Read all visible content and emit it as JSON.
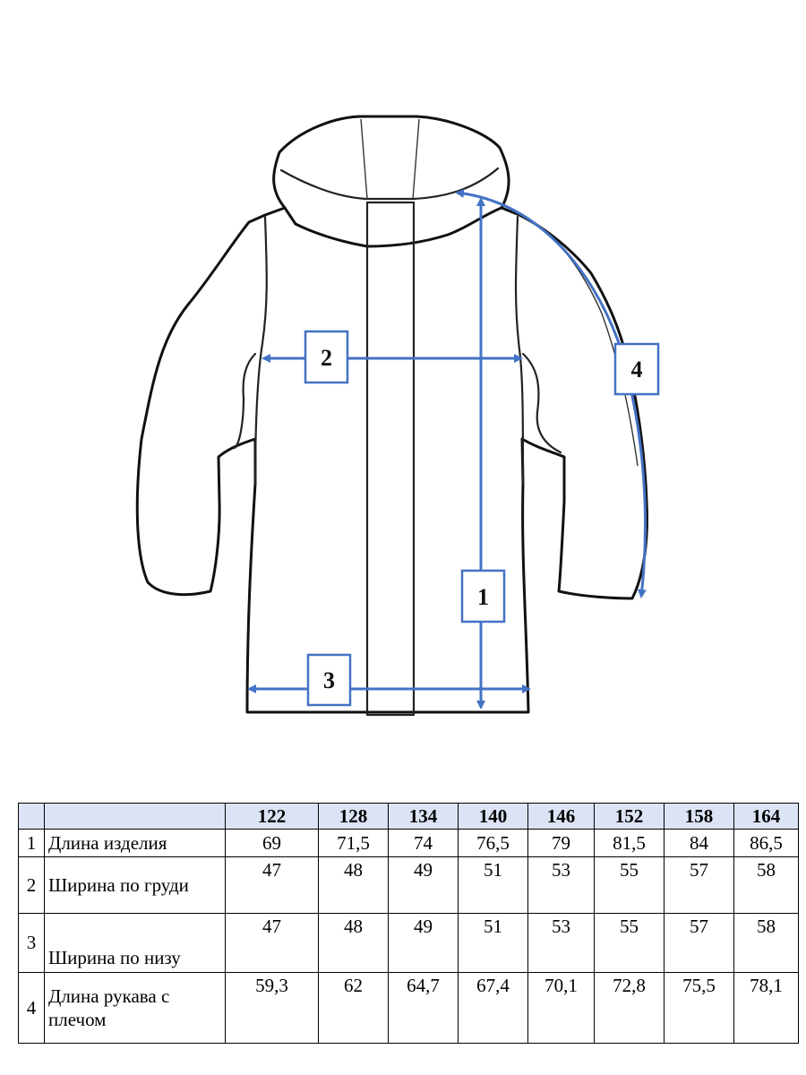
{
  "diagram": {
    "labels": [
      "1",
      "2",
      "3",
      "4"
    ]
  },
  "table": {
    "sizes": [
      "122",
      "128",
      "134",
      "140",
      "146",
      "152",
      "158",
      "164"
    ],
    "rows": [
      {
        "index": "1",
        "name": "Длина изделия",
        "values": [
          "69",
          "71,5",
          "74",
          "76,5",
          "79",
          "81,5",
          "84",
          "86,5"
        ]
      },
      {
        "index": "2",
        "name": "Ширина по груди",
        "values": [
          "47",
          "48",
          "49",
          "51",
          "53",
          "55",
          "57",
          "58"
        ]
      },
      {
        "index": "3",
        "name": "Ширина по низу",
        "values": [
          "47",
          "48",
          "49",
          "51",
          "53",
          "55",
          "57",
          "58"
        ]
      },
      {
        "index": "4",
        "name": "Длина рукава с плечом",
        "values": [
          "59,3",
          "62",
          "64,7",
          "67,4",
          "70,1",
          "72,8",
          "75,5",
          "78,1"
        ]
      }
    ]
  }
}
